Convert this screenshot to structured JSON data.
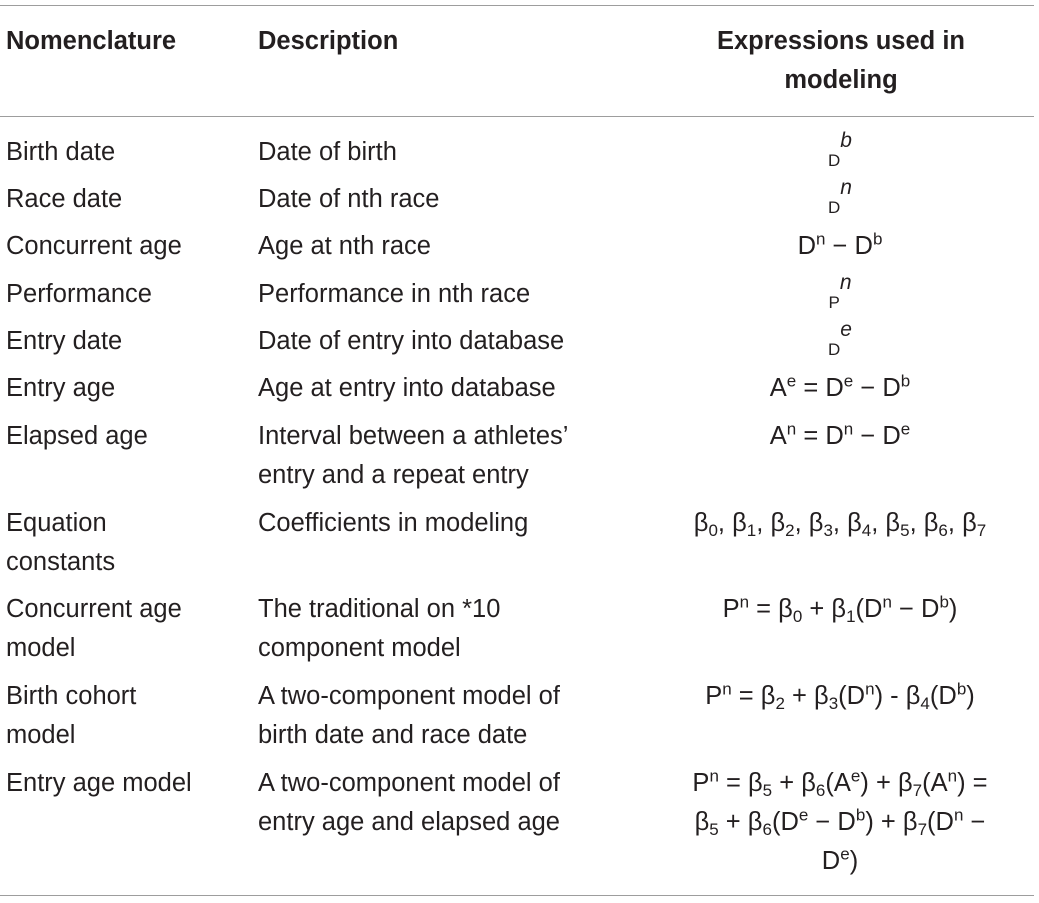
{
  "header": {
    "nomenclature": "Nomenclature",
    "description": "Description",
    "expressions_line1": "Expressions used in",
    "expressions_line2": "modeling"
  },
  "rows": [
    {
      "name": [
        "Birth date"
      ],
      "desc": [
        "Date of birth"
      ]
    },
    {
      "name": [
        "Race date"
      ],
      "desc": [
        "Date of nth race"
      ]
    },
    {
      "name": [
        "Concurrent age"
      ],
      "desc": [
        "Age at nth race"
      ]
    },
    {
      "name": [
        "Performance"
      ],
      "desc": [
        "Performance in nth race"
      ]
    },
    {
      "name": [
        "Entry date"
      ],
      "desc": [
        "Date of entry into database"
      ]
    },
    {
      "name": [
        "Entry age"
      ],
      "desc": [
        "Age at entry into database"
      ]
    },
    {
      "name": [
        "Elapsed age"
      ],
      "desc": [
        "Interval between a athletes’",
        "entry and a repeat entry"
      ]
    },
    {
      "name": [
        "Equation",
        "constants"
      ],
      "desc": [
        "Coefficients in modeling"
      ]
    },
    {
      "name": [
        "Concurrent age",
        "model"
      ],
      "desc": [
        "The traditional on *10",
        "component model"
      ]
    },
    {
      "name": [
        "Birth cohort",
        "model"
      ],
      "desc": [
        "A two-component model of",
        "birth date and race date"
      ]
    },
    {
      "name": [
        "Entry age model"
      ],
      "desc": [
        "A two-component model of",
        "entry age and elapsed age"
      ]
    }
  ],
  "symbols": {
    "D": "D",
    "P": "P",
    "A": "A",
    "beta": "β",
    "b": "b",
    "n": "n",
    "e": "e",
    "minus": "−",
    "plus": "+",
    "eq": "=",
    "dash": "-",
    "comma": ",",
    "i0": "0",
    "i1": "1",
    "i2": "2",
    "i3": "3",
    "i4": "4",
    "i5": "5",
    "i6": "6",
    "i7": "7",
    "lp": "(",
    "rp": ")"
  }
}
